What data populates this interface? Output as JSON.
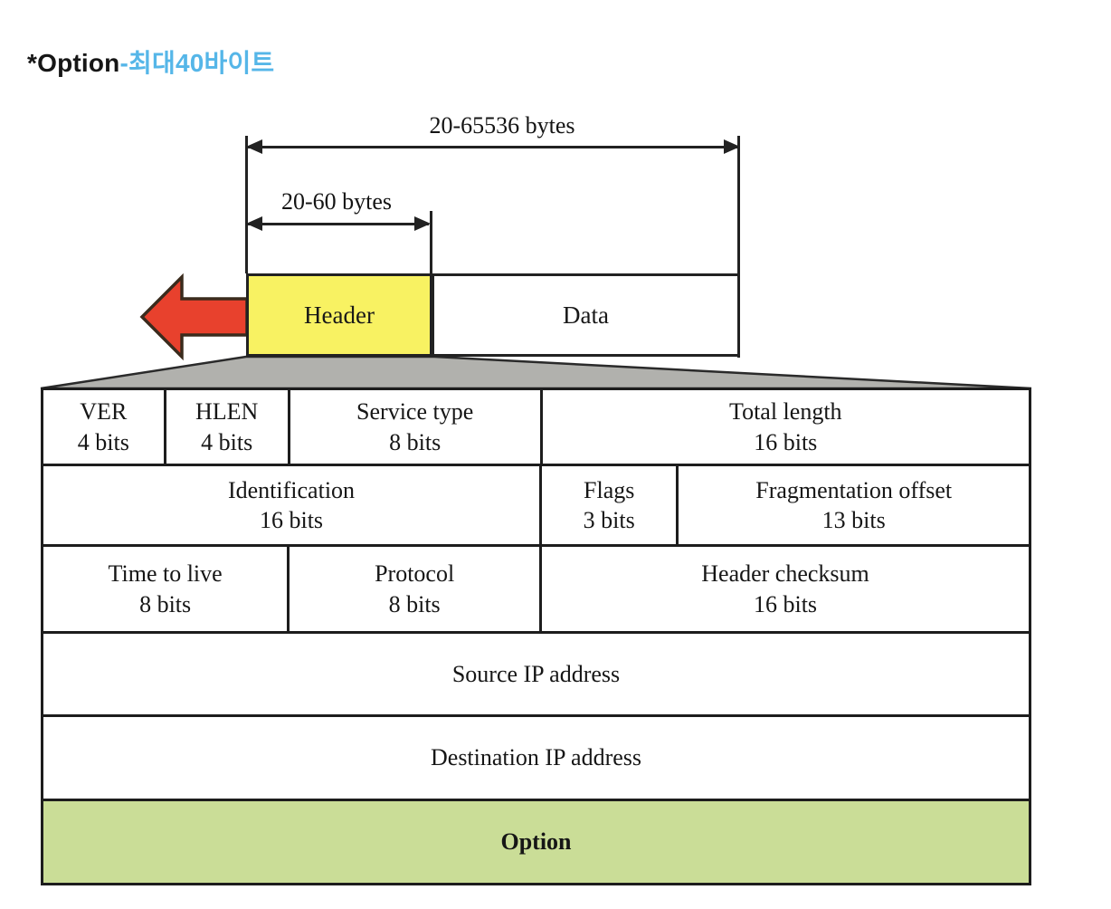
{
  "title": {
    "prefix": "*Option",
    "suffix": "-최대40바이트"
  },
  "figure": {
    "outer_span_label": "20-65536 bytes",
    "inner_span_label": "20-60 bytes",
    "header_box_label": "Header",
    "data_box_label": "Data"
  },
  "colors": {
    "title_korean_blue": "#55b6e8",
    "arrow_red": "#e8412d",
    "arrow_red_outline": "#3a2b1d",
    "header_yellow": "#f8f262",
    "trapezoid_gray": "#b1b1ad",
    "option_green": "#cadd97",
    "line_black": "#222222"
  },
  "ip_header_fields": {
    "rows": [
      {
        "cells": [
          {
            "label": "VER",
            "bits": "4 bits"
          },
          {
            "label": "HLEN",
            "bits": "4 bits"
          },
          {
            "label": "Service type",
            "bits": "8 bits"
          },
          {
            "label": "Total length",
            "bits": "16 bits"
          }
        ]
      },
      {
        "cells": [
          {
            "label": "Identification",
            "bits": "16 bits"
          },
          {
            "label": "Flags",
            "bits": "3 bits"
          },
          {
            "label": "Fragmentation offset",
            "bits": "13 bits"
          }
        ]
      },
      {
        "cells": [
          {
            "label": "Time to live",
            "bits": "8 bits"
          },
          {
            "label": "Protocol",
            "bits": "8 bits"
          },
          {
            "label": "Header checksum",
            "bits": "16 bits"
          }
        ]
      },
      {
        "cells": [
          {
            "label": "Source IP address"
          }
        ]
      },
      {
        "cells": [
          {
            "label": "Destination IP address"
          }
        ]
      },
      {
        "cells": [
          {
            "label": "Option"
          }
        ]
      }
    ]
  }
}
